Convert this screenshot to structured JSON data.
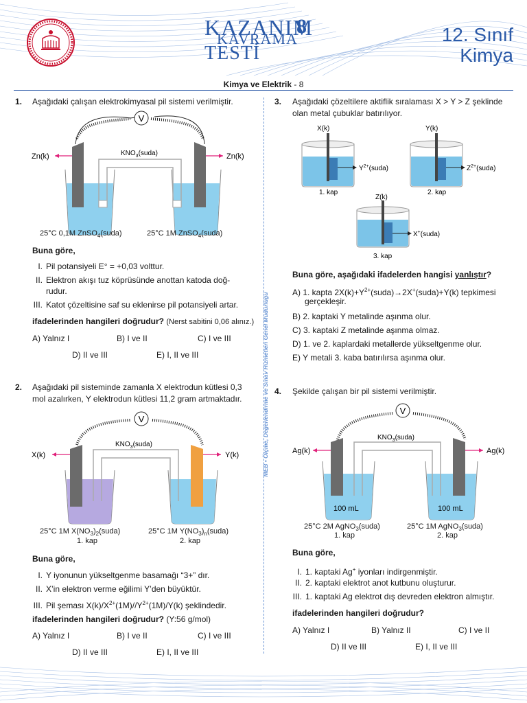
{
  "header": {
    "brand_line1": "KAZANIM",
    "brand_line2": "KAVRAMA",
    "brand_line3": "TESTİ",
    "brand_number": "8",
    "grade": "12. Sınıf",
    "subject": "Kimya"
  },
  "topic": {
    "title": "Kimya ve Elektrik",
    "number": "- 8"
  },
  "side_text": "MEB  •  Ölçme, Değerlendirme ve Sınav Hizmetleri Genel Müdürlüğü",
  "q1": {
    "number": "1.",
    "stem": "Aşağıdaki çalışan elektrokimyasal pil sistemi verilmiştir.",
    "fig": {
      "voltmeter": "V",
      "bridge": "KNO",
      "left_electrode": "Zn(k)",
      "right_electrode": "Zn(k)",
      "left_solution": "25°C 0,1M ZnSO",
      "right_solution": "25°C 1M ZnSO"
    },
    "lead": "Buna göre,",
    "statements": [
      {
        "r": "I.",
        "t": "Pil potansiyeli E° = +0,03 volttur."
      },
      {
        "r": "II.",
        "t": "Elektron akışı tuz köprüsünde anottan katoda doğ-"
      },
      {
        "r": "",
        "t": "rudur."
      },
      {
        "r": "III.",
        "t": "Katot çözeltisine saf su eklenirse pil potansiyeli artar."
      }
    ],
    "question": "ifadelerinden hangileri doğrudur?",
    "note": "(Nerst sabitini 0,06 alınız.)",
    "options": [
      "A) Yalnız I",
      "B) I ve II",
      "C) I ve III",
      "D) II ve III",
      "E) I, II ve III"
    ]
  },
  "q2": {
    "number": "2.",
    "stem_1": "Aşağıdaki pil sisteminde zamanla X elektrodun kütlesi 0,3",
    "stem_2": "mol azalırken, Y elektrodun kütlesi 11,2 gram artmaktadır.",
    "fig": {
      "voltmeter": "V",
      "bridge": "KNO",
      "left_electrode": "X(k)",
      "right_electrode": "Y(k)",
      "left_solution": "25°C 1M X(NO",
      "right_solution": "25°C 1M Y(NO",
      "left_cap": "1. kap",
      "right_cap": "2. kap"
    },
    "lead": "Buna göre,",
    "statements": [
      {
        "r": "I.",
        "t": "Y iyonunun yükseltgenme basamağı “3+” dır."
      },
      {
        "r": "II.",
        "t": "X’in elektron verme eğilimi Y’den büyüktür."
      },
      {
        "r": "III.",
        "t": "Pil şeması X(k)/X"
      }
    ],
    "question": "ifadelerinden hangileri doğrudur?",
    "note": "(Y:56 g/mol)",
    "options": [
      "A) Yalnız I",
      "B) I ve II",
      "C) I ve III",
      "D) II ve III",
      "E) I, II ve III"
    ]
  },
  "q3": {
    "number": "3.",
    "stem_1": "Aşağıdaki çözeltilere aktiflik sıralaması X > Y > Z şeklinde",
    "stem_2": "olan metal çubuklar batırılıyor.",
    "fig": {
      "c1_metal": "X(k)",
      "c1_ion": "Y",
      "c1_cap": "1. kap",
      "c2_metal": "Y(k)",
      "c2_ion": "Z",
      "c2_cap": "2. kap",
      "c3_metal": "Z(k)",
      "c3_ion": "X",
      "c3_cap": "3. kap"
    },
    "question_a": "Buna göre, aşağıdaki ifadelerden hangisi ",
    "question_b": "yanlıştır",
    "question_c": "?",
    "options": [
      "A)  1. kapta 2X(k)+Y",
      "B)  2. kaptaki Y metalinde aşınma olur.",
      "C)  3. kaptaki Z metalinde aşınma olmaz.",
      "D)  1. ve 2. kaplardaki metallerde yükseltgenme olur.",
      "E)  Y metali 3. kaba batırılırsa aşınma olur."
    ]
  },
  "q4": {
    "number": "4.",
    "stem": "Şekilde çalışan bir pil sistemi verilmiştir.",
    "fig": {
      "voltmeter": "V",
      "bridge": "KNO",
      "left_electrode": "Ag(k)",
      "right_electrode": "Ag(k)",
      "left_volume": "100 mL",
      "right_volume": "100 mL",
      "left_solution": "25°C 2M AgNO",
      "right_solution": "25°C 1M AgNO",
      "left_cap": "1. kap",
      "right_cap": "2. kap"
    },
    "lead": "Buna göre,",
    "statements": [
      {
        "r": "I.",
        "t": "1. kaptaki Ag"
      },
      {
        "r": "II.",
        "t": "2. kaptaki elektrot anot kutbunu oluşturur."
      },
      {
        "r": "III.",
        "t": "1. kaptaki Ag elektrot dış devreden elektron almıştır."
      }
    ],
    "question": "ifadelerinden hangileri doğrudur?",
    "options": [
      "A) Yalnız I",
      "B) Yalnız II",
      "C) I ve II",
      "D) II ve III",
      "E) I, II ve III"
    ]
  },
  "colors": {
    "accent": "#2b5aa8",
    "solution_blue": "#8fd0ee",
    "solution_purple": "#b6a9e0",
    "electrode": "#6b6b6b",
    "electrode_orange": "#f0a040",
    "arrow": "#e0207a"
  }
}
